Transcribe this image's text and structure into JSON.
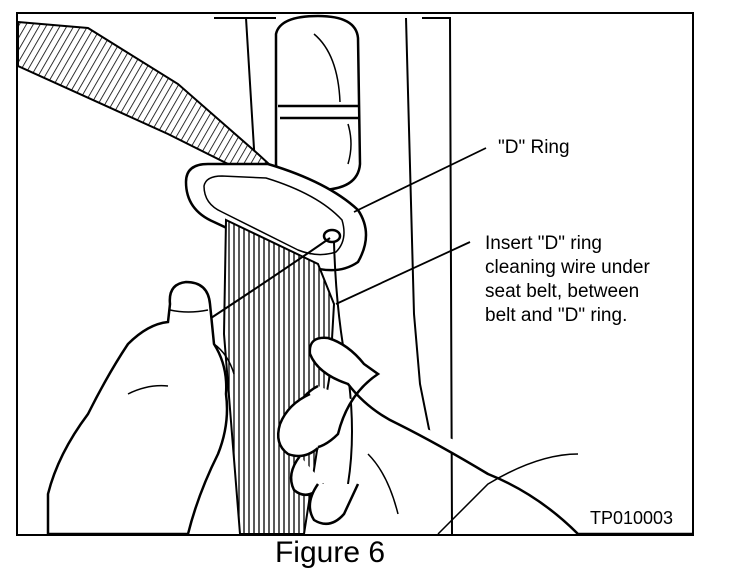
{
  "figure": {
    "caption": "Figure 6",
    "code": "TP010003"
  },
  "callouts": {
    "d_ring": "\"D\" Ring",
    "instruction": "Insert \"D\" ring\ncleaning wire under\nseat belt, between\nbelt and \"D\" ring."
  },
  "colors": {
    "line": "#000000",
    "background": "#ffffff"
  }
}
